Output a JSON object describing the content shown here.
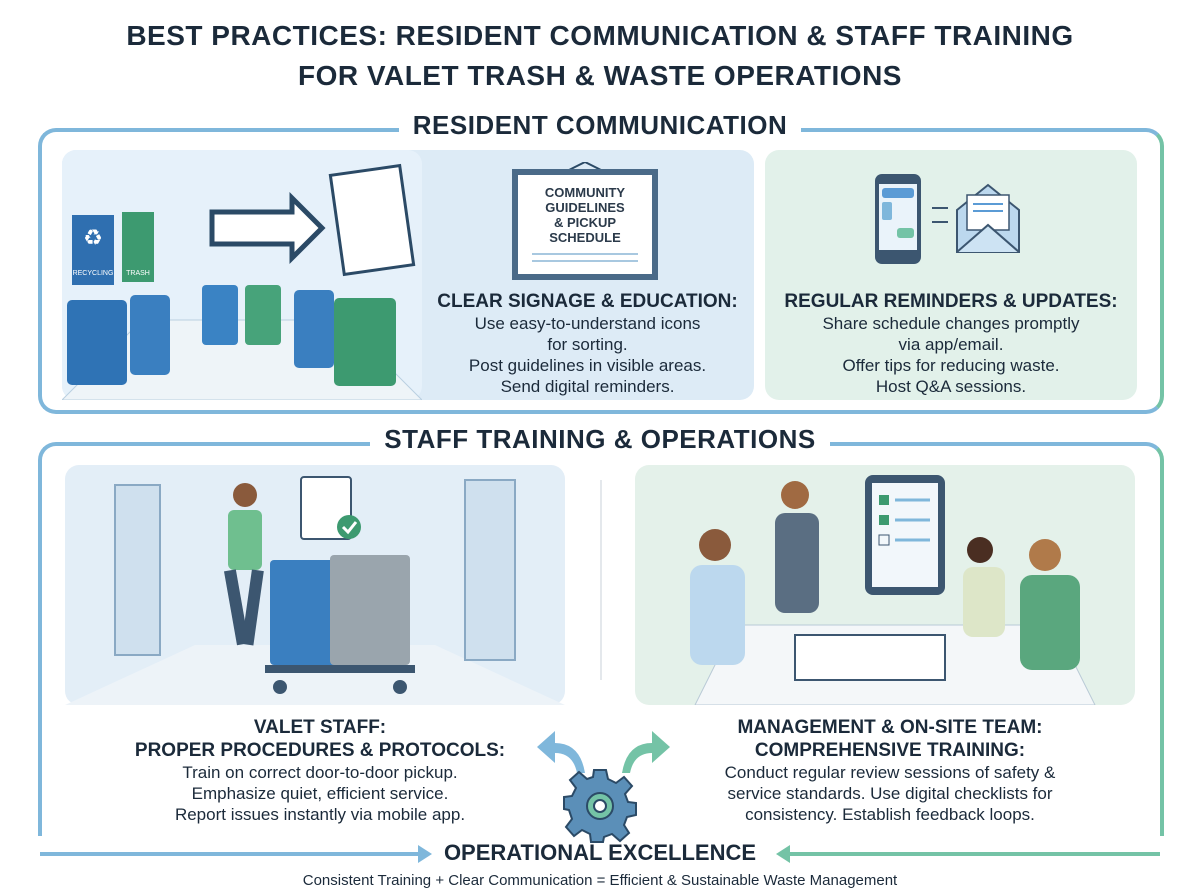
{
  "title": {
    "line1": "BEST PRACTICES: RESIDENT COMMUNICATION & STAFF TRAINING",
    "line2": "FOR VALET TRASH & WASTE OPERATIONS"
  },
  "resident": {
    "title": "RESIDENT COMMUNICATION",
    "signage": {
      "board_text": [
        "COMMUNITY",
        "GUIDELINES",
        "& PICKUP",
        "SCHEDULE"
      ],
      "heading": "CLEAR SIGNAGE & EDUCATION:",
      "lines": [
        "Use easy-to-understand icons",
        "for sorting.",
        "Post guidelines in visible areas.",
        "Send digital reminders."
      ],
      "illustration_labels": [
        "RECYCLING",
        "TRASH"
      ]
    },
    "reminders": {
      "heading": "REGULAR REMINDERS & UPDATES:",
      "lines": [
        "Share schedule changes promptly",
        "via app/email.",
        "Offer tips for reducing waste.",
        "Host Q&A sessions."
      ]
    }
  },
  "staff": {
    "title": "STAFF TRAINING & OPERATIONS",
    "valet": {
      "heading1": "VALET STAFF:",
      "heading2": "PROPER PROCEDURES & PROTOCOLS:",
      "lines": [
        "Train on correct door-to-door pickup.",
        "Emphasize quiet, efficient service.",
        "Report issues instantly via mobile app."
      ]
    },
    "management": {
      "heading1": "MANAGEMENT & ON-SITE TEAM:",
      "heading2": "COMPREHENSIVE TRAINING:",
      "lines": [
        "Conduct regular review sessions of safety &",
        "service standards. Use digital checklists for",
        "consistency. Establish feedback loops."
      ]
    }
  },
  "footer": {
    "heading": "OPERATIONAL EXCELLENCE",
    "tagline": "Consistent Training + Clear Communication = Efficient & Sustainable Waste Management"
  },
  "colors": {
    "blue": "#7fb7db",
    "green": "#74c3a6",
    "text": "#1b2a3a"
  },
  "icons": [
    "recycle-icon",
    "trash-icon",
    "arrow-right-icon",
    "phone-icon",
    "envelope-icon",
    "clipboard-check-icon",
    "gear-icon",
    "tablet-checklist-icon"
  ]
}
